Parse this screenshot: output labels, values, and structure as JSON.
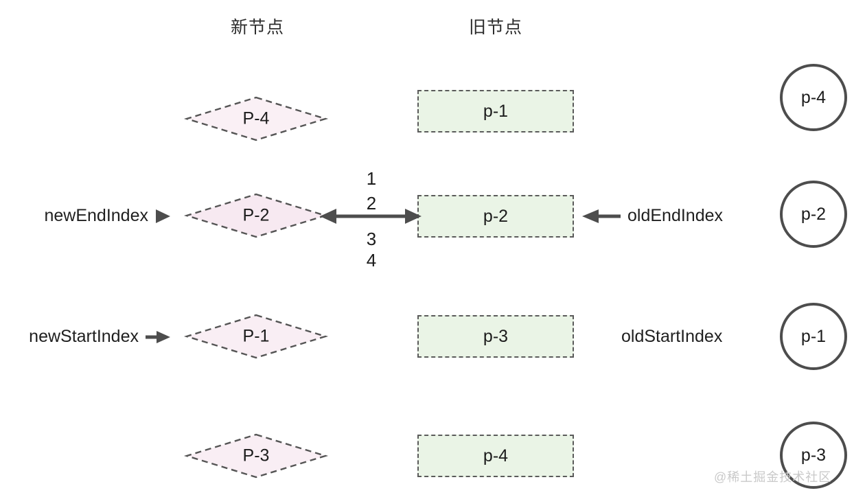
{
  "headers": {
    "new_nodes": "新节点",
    "old_nodes": "旧节点"
  },
  "colors": {
    "diamond_fill_light": "#faf0f5",
    "diamond_fill_strong": "#f7e9f1",
    "diamond_stroke": "#555555",
    "rect_fill": "#eaf4e6",
    "rect_stroke": "#5a5a5a",
    "circle_stroke": "#4d4d4d",
    "arrow": "#4d4d4d",
    "text": "#1f1f1f",
    "watermark": "#c9c9c9"
  },
  "new_nodes": [
    {
      "label": "P-4",
      "fill": "#faf0f5"
    },
    {
      "label": "P-2",
      "fill": "#f7e9f1"
    },
    {
      "label": "P-1",
      "fill": "#f9eef4"
    },
    {
      "label": "P-3",
      "fill": "#f9eef4"
    }
  ],
  "old_nodes": [
    {
      "label": "p-1"
    },
    {
      "label": "p-2"
    },
    {
      "label": "p-3"
    },
    {
      "label": "p-4"
    }
  ],
  "circles": [
    {
      "label": "p-4"
    },
    {
      "label": "p-2"
    },
    {
      "label": "p-1"
    },
    {
      "label": "p-3"
    }
  ],
  "pointers": {
    "new_end_index": "newEndIndex",
    "new_start_index": "newStartIndex",
    "old_end_index": "oldEndIndex",
    "old_start_index": "oldStartIndex"
  },
  "step_numbers": [
    "1",
    "2",
    "3",
    "4"
  ],
  "watermark": "@稀土掘金技术社区"
}
